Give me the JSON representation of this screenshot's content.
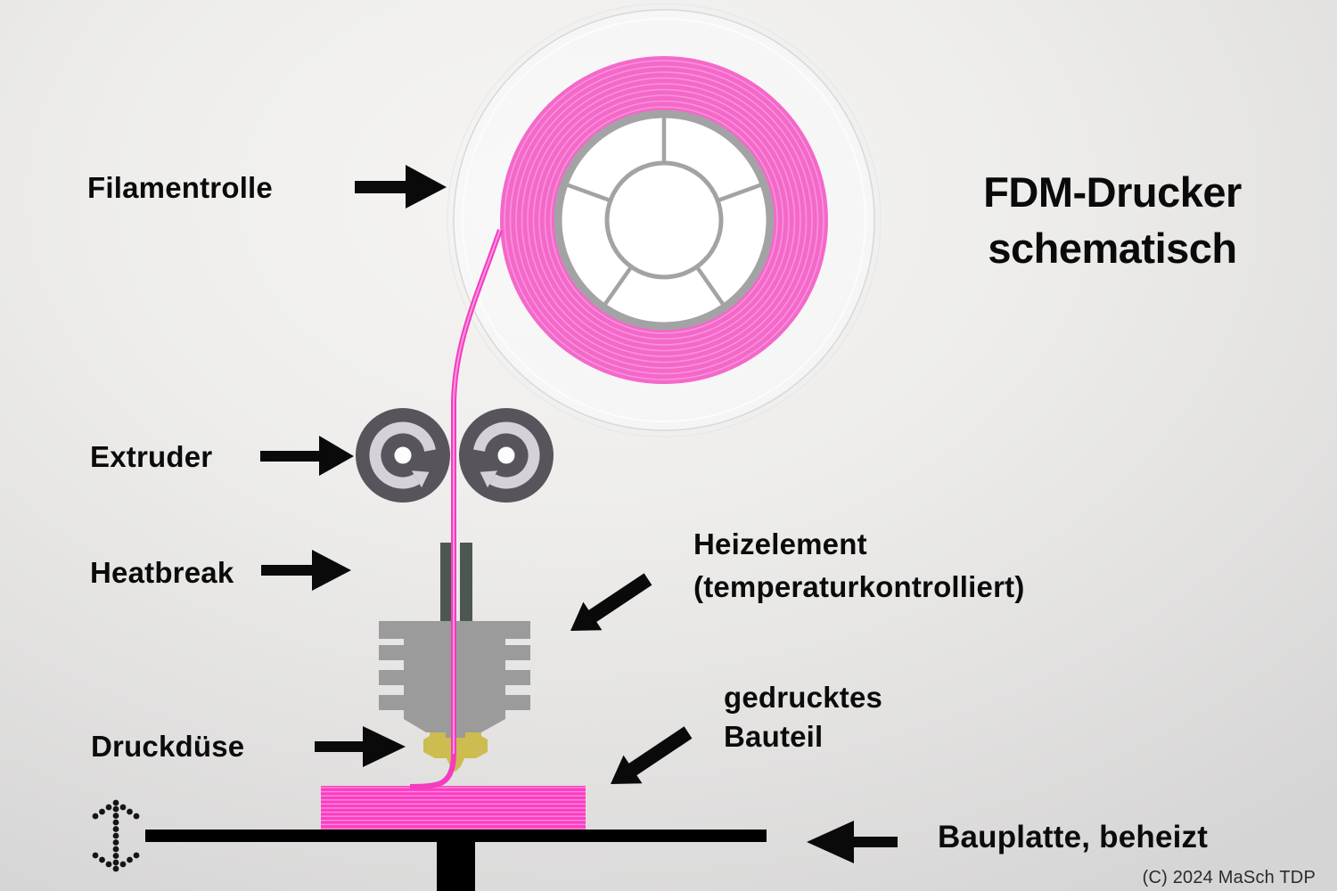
{
  "title": {
    "line1": "FDM-Drucker",
    "line2": "schematisch"
  },
  "labels": {
    "filament_spool": "Filamentrolle",
    "extruder": "Extruder",
    "heatbreak": "Heatbreak",
    "nozzle": "Druckdüse",
    "heater_line1": "Heizelement",
    "heater_line2": "(temperaturkontrolliert)",
    "printed_part_line1": "gedrucktes",
    "printed_part_line2": "Bauteil",
    "build_plate": "Bauplatte, beheizt"
  },
  "footer": {
    "copyright": "(C) 2024 MaSch TDP"
  },
  "colors": {
    "filament_pink": "#f33cc0",
    "spool_winding": "#f468ca",
    "winding_stripe": "#f99adc",
    "hub_gray": "#a3a3a5",
    "extruder_wheel": "#57555b",
    "extruder_icon": "#d4d2d6",
    "heatbreak": "#4d5751",
    "heatsink": "#9b9b9b",
    "nozzle": "#cdbc4f",
    "printed_part": "#fb3cc4",
    "printed_part_stripe": "#ff86d6",
    "build_plate": "#000000",
    "text": "#0b0b0b",
    "background_light": "#f6f5f3",
    "background_dark": "#d6d5d5"
  }
}
